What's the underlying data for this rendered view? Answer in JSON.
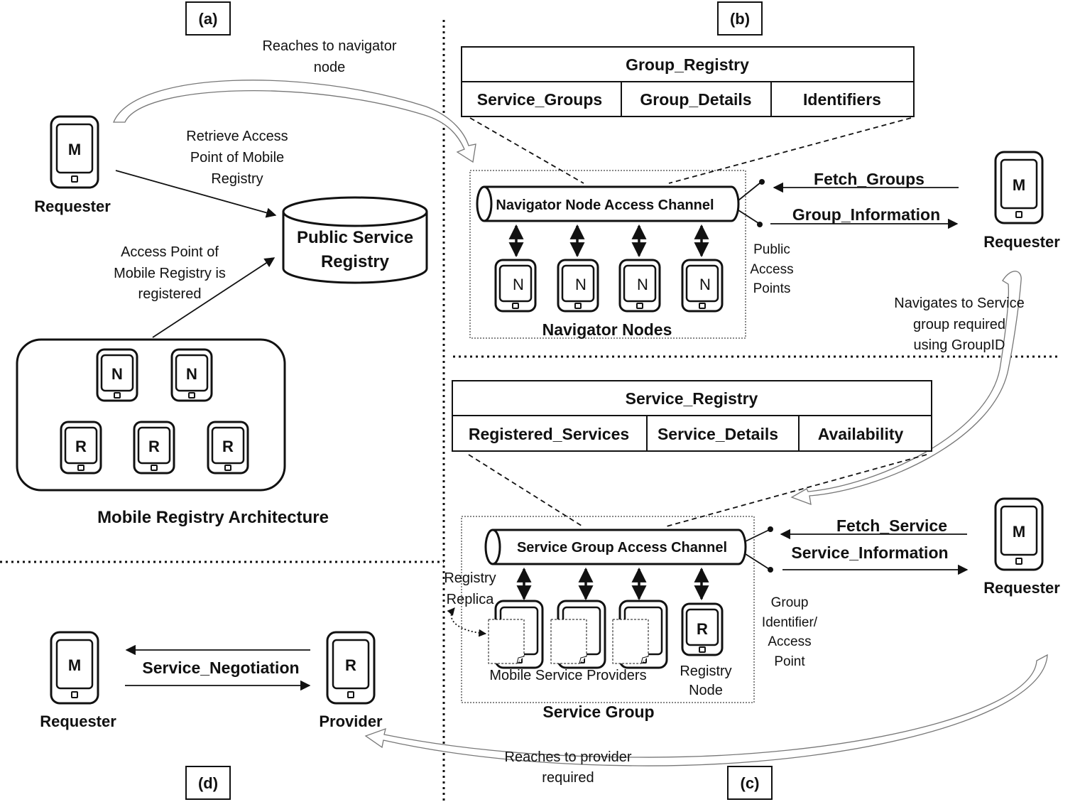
{
  "panels": {
    "a": "(a)",
    "b": "(b)",
    "c": "(c)",
    "d": "(d)"
  },
  "device_letters": {
    "mobile": "M",
    "navigator": "N",
    "registry": "R"
  },
  "panel_a": {
    "requester": "Requester",
    "reaches_navigator": [
      "Reaches to navigator",
      "node"
    ],
    "retrieve_access": [
      "Retrieve Access",
      "Point of Mobile",
      "Registry"
    ],
    "access_registered": [
      "Access Point of",
      "Mobile Registry is",
      "registered"
    ],
    "public_registry": [
      "Public Service",
      "Registry"
    ],
    "architecture_label": "Mobile Registry Architecture"
  },
  "panel_b": {
    "group_registry": {
      "title": "Group_Registry",
      "columns": [
        "Service_Groups",
        "Group_Details",
        "Identifiers"
      ]
    },
    "channel": "Navigator Node Access Channel",
    "nodes_label": "Navigator Nodes",
    "fetch": "Fetch_Groups",
    "info": "Group_Information",
    "access_points": [
      "Public",
      "Access",
      "Points"
    ],
    "requester": "Requester",
    "navigates": [
      "Navigates to Service",
      "group required",
      "using  GroupID"
    ]
  },
  "panel_c": {
    "service_registry": {
      "title": "Service_Registry",
      "columns": [
        "Registered_Services",
        "Service_Details",
        "Availability"
      ]
    },
    "channel": "Service Group Access Channel",
    "replica": [
      "Registry",
      "Replica"
    ],
    "providers_label": "Mobile Service Providers",
    "registry_node": [
      "Registry",
      "Node"
    ],
    "group_label": "Service Group",
    "fetch": "Fetch_Service",
    "info": "Service_Information",
    "group_identifier": [
      "Group",
      "Identifier/",
      "Access",
      "Point"
    ],
    "requester": "Requester",
    "reaches_provider": [
      "Reaches to provider",
      "required"
    ]
  },
  "panel_d": {
    "requester": "Requester",
    "provider": "Provider",
    "negotiation": "Service_Negotiation"
  }
}
